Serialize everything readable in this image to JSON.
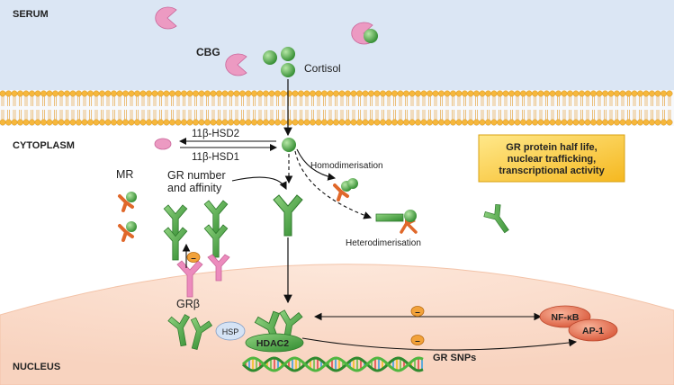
{
  "regions": {
    "serum": "SERUM",
    "cytoplasm": "CYTOPLASM",
    "nucleus": "NUCLEUS"
  },
  "molecules": {
    "cbg": "CBG",
    "cortisol": "Cortisol",
    "mr": "MR",
    "gr_beta": "GRβ",
    "hsp": "HSP",
    "hdac2": "HDAC2",
    "nfkb": "NF-κB",
    "ap1": "AP-1"
  },
  "enzymes": {
    "hsd2": "11β-HSD2",
    "hsd1": "11β-HSD1"
  },
  "annotations": {
    "gr_number_line1": "GR number",
    "gr_number_line2": "and affinity",
    "homodimerisation": "Homodimerisation",
    "heterodimerisation": "Heterodimerisation",
    "gr_snps": "GR SNPs",
    "inhibit_symbol": "–"
  },
  "info_box": {
    "line1": "GR protein half life,",
    "line2": "nuclear trafficking,",
    "line3": "transcriptional activity"
  },
  "colors": {
    "serum_bg": "#dbe6f4",
    "membrane_head": "#f6b73c",
    "nucleus_bg": "#fde3d4",
    "gr_green": "#4fae45",
    "gr_dark": "#2f7a2d",
    "cbg_pink": "#e88ab8",
    "mr_orange": "#e0682a",
    "info_box": "#ffd24d",
    "nfkb_red": "#e8785a"
  }
}
